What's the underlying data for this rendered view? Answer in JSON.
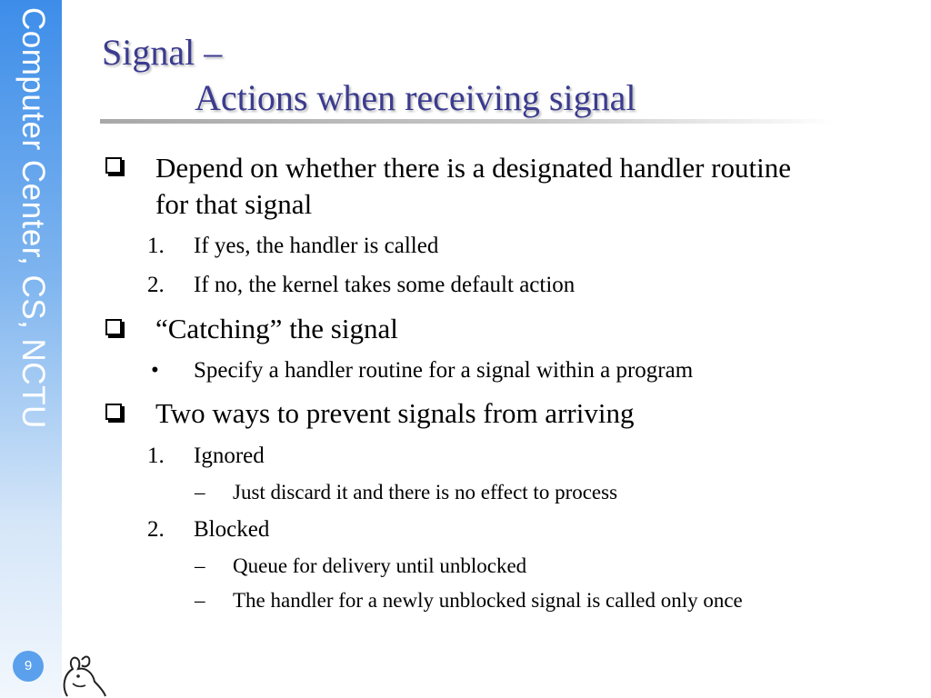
{
  "sidebar": {
    "label": "Computer Center, CS, NCTU",
    "page_number": "9"
  },
  "title": {
    "line1": "Signal –",
    "line2": "Actions when receiving signal"
  },
  "bullets": [
    {
      "text_line1": "Depend on whether there is a designated handler routine",
      "text_line2": "for that signal",
      "items": [
        {
          "marker": "1.",
          "text": "If yes, the handler is called"
        },
        {
          "marker": "2.",
          "text": "If no, the kernel takes some default action"
        }
      ]
    },
    {
      "text_line1": "“Catching” the signal",
      "items": [
        {
          "marker": "•",
          "text": "Specify a handler routine for a signal within a program"
        }
      ]
    },
    {
      "text_line1": "Two ways to prevent signals from arriving",
      "items": [
        {
          "marker": "1.",
          "text": "Ignored",
          "subitems": [
            {
              "marker": "–",
              "text": "Just discard it and there is no effect to process"
            }
          ]
        },
        {
          "marker": "2.",
          "text": "Blocked",
          "subitems": [
            {
              "marker": "–",
              "text": "Queue for delivery until unblocked"
            },
            {
              "marker": "–",
              "text": "The handler for a newly unblocked signal is called only once"
            }
          ]
        }
      ]
    }
  ],
  "colors": {
    "title": "#3b3b8f",
    "sidebar_top": "#3d8de9",
    "page_badge": "#5aa0ec"
  }
}
